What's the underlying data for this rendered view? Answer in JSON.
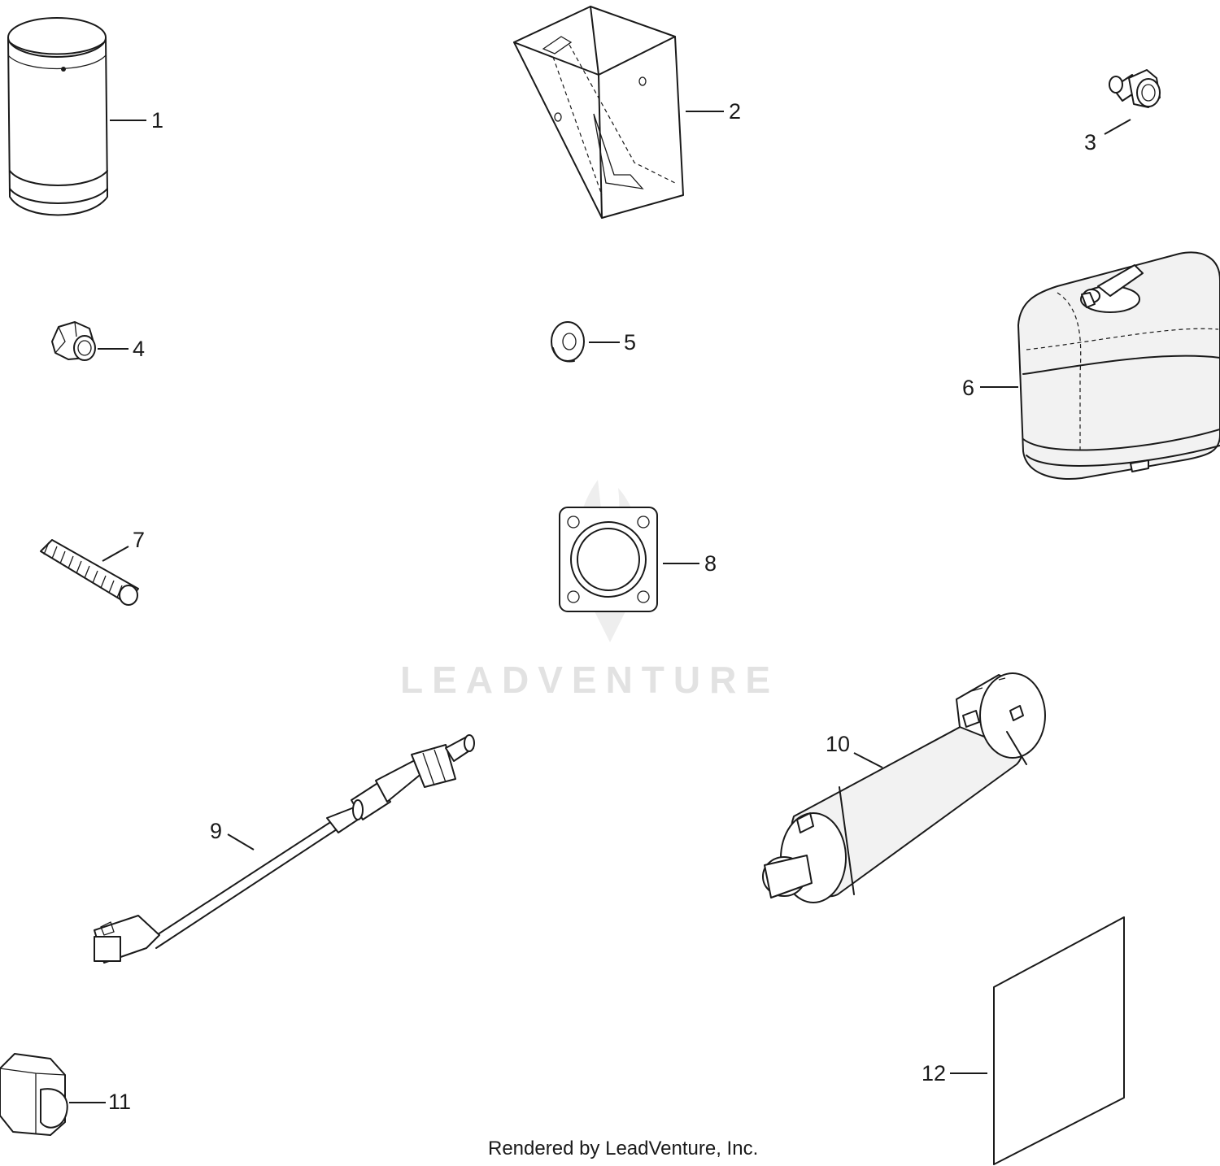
{
  "watermark": "LEADVENTURE",
  "credit": "Rendered by LeadVenture, Inc.",
  "callouts": {
    "c1": "1",
    "c2": "2",
    "c3": "3",
    "c4": "4",
    "c5": "5",
    "c6": "6",
    "c7": "7",
    "c8": "8",
    "c9": "9",
    "c10": "10",
    "c11": "11",
    "c12": "12"
  }
}
